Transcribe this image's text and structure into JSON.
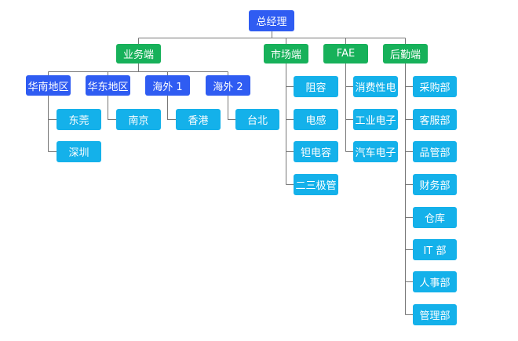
{
  "colors": {
    "root": "#2f5cf2",
    "division": "#17b15a",
    "region": "#2f5cf2",
    "leaf": "#14b1ea",
    "line": "#777777"
  },
  "nodes": {
    "root": "总经理",
    "business": "业务端",
    "market": "市场端",
    "fae": "FAE",
    "backend": "后勤端",
    "south_china": "华南地区",
    "east_china": "华东地区",
    "overseas1": "海外 1",
    "overseas2": "海外 2",
    "dongguan": "东莞",
    "shenzhen": "深圳",
    "nanjing": "南京",
    "hongkong": "香港",
    "taipei": "台北",
    "resistor": "阻容",
    "inductor": "电感",
    "tantalum": "钽电容",
    "diode": "二三极管",
    "consumer_elec": "消费性电",
    "industrial_elec": "工业电子",
    "auto_elec": "汽车电子",
    "purchasing": "采购部",
    "customer_service": "客服部",
    "quality": "品管部",
    "finance": "财务部",
    "warehouse": "仓库",
    "it": "IT 部",
    "hr": "人事部",
    "management": "管理部"
  }
}
